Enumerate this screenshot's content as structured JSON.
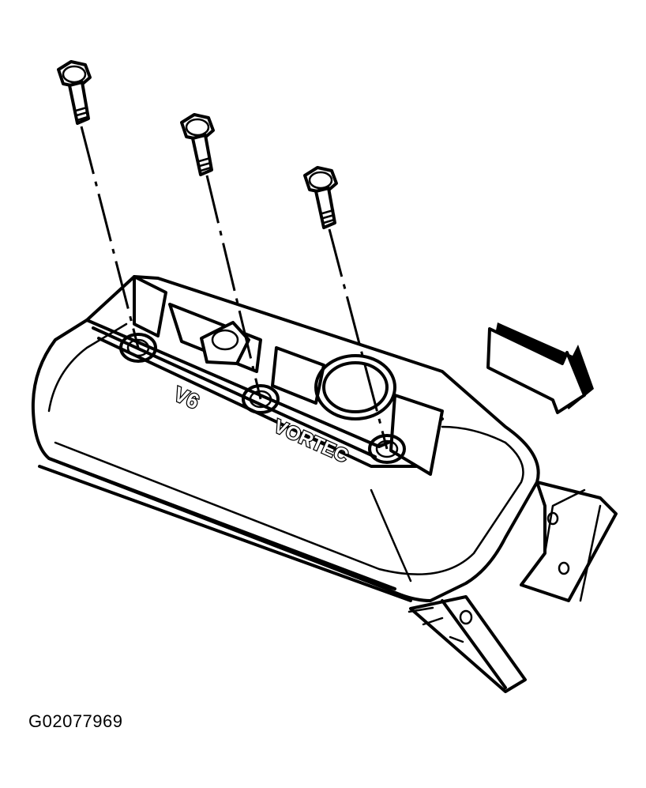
{
  "figure": {
    "id_label": "G02077969",
    "cover_marking_left": "V6",
    "cover_marking_right": "VORTEC"
  }
}
